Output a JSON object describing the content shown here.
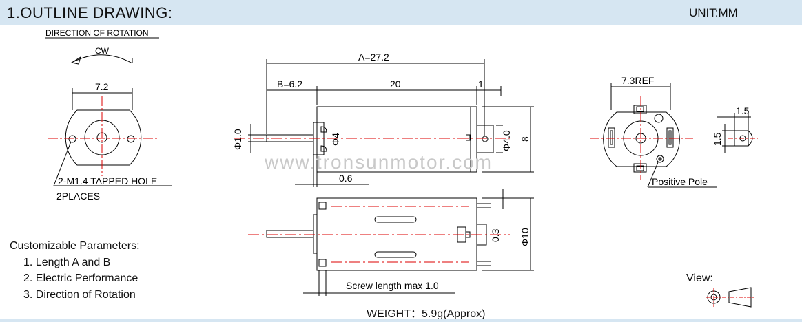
{
  "header": {
    "title": "1.OUTLINE DRAWING:",
    "unit": "UNIT:MM"
  },
  "left_view": {
    "rotation_title": "DIRECTION OF ROTATION",
    "rotation_dir": "CW",
    "width_dim": "7.2",
    "hole_label": "2-M1.4 TAPPED HOLE",
    "hole_places": "2PLACES"
  },
  "main_view": {
    "dim_a": "A=27.2",
    "dim_b": "B=6.2",
    "dim_body": "20",
    "dim_tail": "1",
    "dim_shaft_dia": "Φ1.0",
    "dim_boss_dia": "Φ4",
    "dim_end_dia": "Φ4.0",
    "dim_height": "8",
    "dim_flange": "0.6",
    "watermark": "www.tronsunmotor.com"
  },
  "bottom_view": {
    "dim_terminal": "0.3",
    "dim_dia": "Φ10",
    "screw_note": "Screw length max 1.0",
    "weight": "WEIGHT：5.9g(Approx)"
  },
  "right_view": {
    "ref_dim": "7.3REF",
    "pole_label": "Positive Pole"
  },
  "detail_view": {
    "dim_w": "1.5",
    "dim_h": "1.5"
  },
  "params": {
    "title": "Customizable Parameters:",
    "items": [
      "1. Length A and B",
      "2. Electric Performance",
      "3. Direction of Rotation"
    ]
  },
  "view_label": "View:"
}
